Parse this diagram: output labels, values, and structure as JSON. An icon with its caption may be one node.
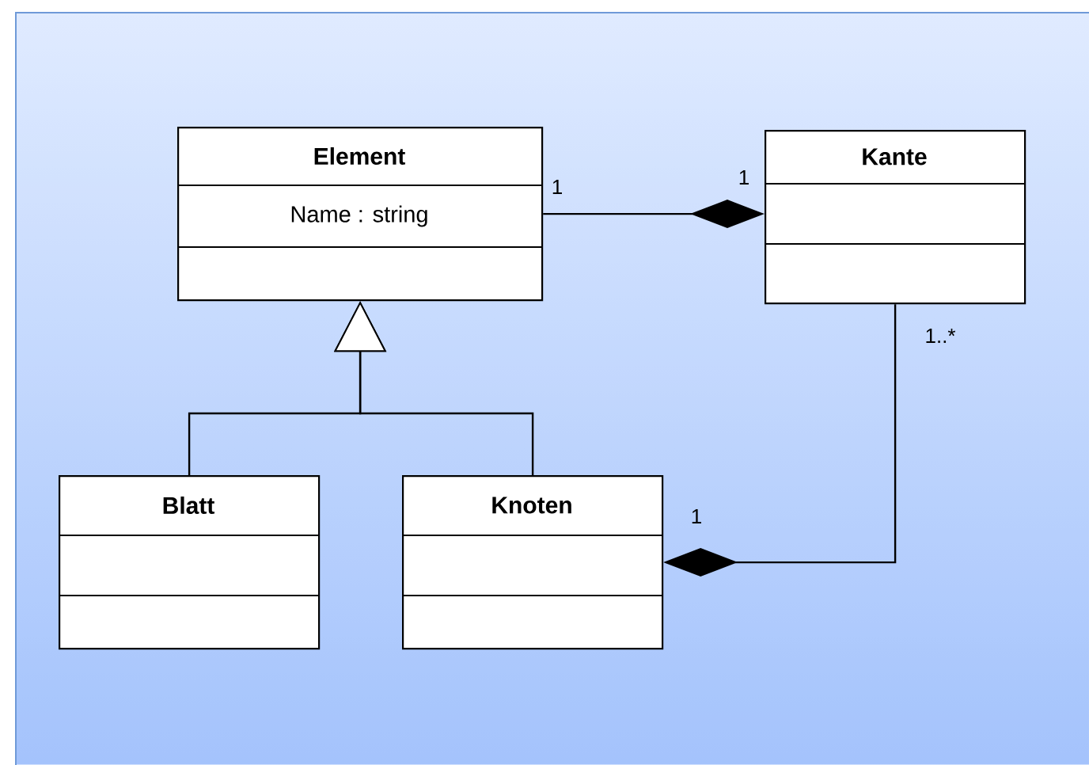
{
  "diagram": {
    "nodes": [
      {
        "text": [
          "Element",
          "Name : string"
        ]
      },
      {
        "text": [
          "Kante"
        ]
      },
      {
        "text": [
          "Blatt"
        ]
      },
      {
        "text": [
          "Knoten"
        ]
      }
    ],
    "edges": [
      {
        "from": 2,
        "to": 0,
        "arrow": "to"
      },
      {
        "from": 3,
        "to": 0,
        "arrow": "to"
      },
      {
        "from": 0,
        "to": 1,
        "arrow": "other"
      },
      {
        "from": 1,
        "to": 3,
        "arrow": "other"
      }
    ],
    "labels": [
      "1",
      "1",
      "1..*",
      "1"
    ]
  }
}
